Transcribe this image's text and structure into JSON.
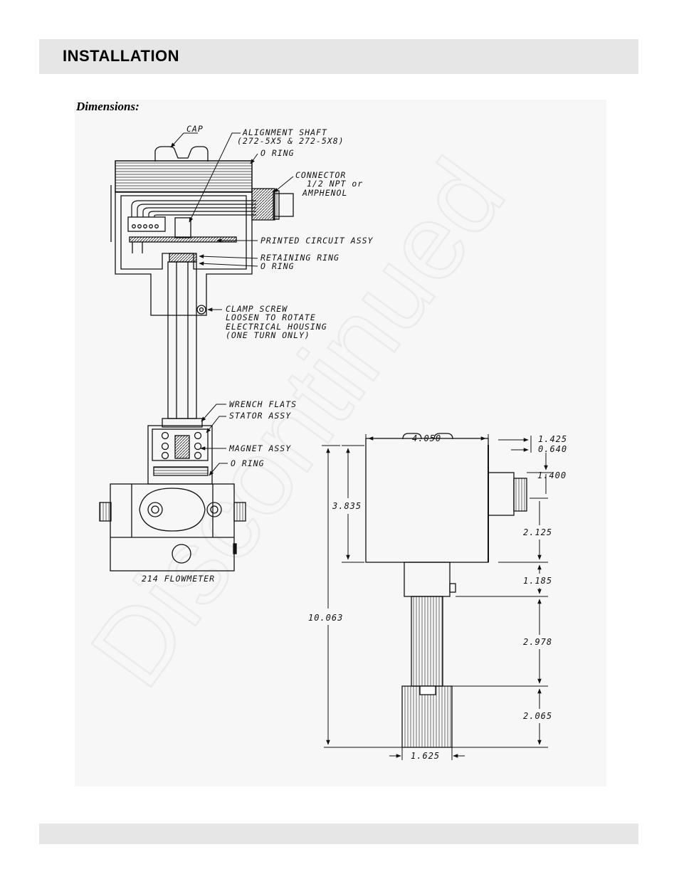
{
  "header": {
    "title": "INSTALLATION"
  },
  "section": {
    "label": "Dimensions:"
  },
  "watermark": {
    "text": "Discontinued"
  },
  "callouts": {
    "cap": "CAP",
    "alignment_shaft_1": "ALIGNMENT SHAFT",
    "alignment_shaft_2": "(272-5X5 & 272-5X8)",
    "o_ring_top": "O RING",
    "connector_1": "CONNECTOR",
    "connector_2": "1/2 NPT or",
    "connector_3": "AMPHENOL",
    "printed_circuit": "PRINTED CIRCUIT ASSY",
    "retaining_ring": "RETAINING RING",
    "o_ring_mid": "O RING",
    "clamp_1": "CLAMP SCREW",
    "clamp_2": "LOOSEN TO ROTATE",
    "clamp_3": "ELECTRICAL HOUSING",
    "clamp_4": "(ONE TURN ONLY)",
    "wrench_flats": "WRENCH FLATS",
    "stator_assy": "STATOR ASSY",
    "magnet_assy": "MAGNET ASSY",
    "o_ring_bottom": "O RING",
    "flowmeter": "214 FLOWMETER"
  },
  "dimensions": {
    "width_housing": "4.050",
    "conn_a": "1.425",
    "conn_b": "0.640",
    "conn_c": "1.400",
    "housing_height": "3.835",
    "d_2125": "2.125",
    "d_1185": "1.185",
    "overall": "10.063",
    "d_2978": "2.978",
    "d_2065": "2.065",
    "base_width": "1.625"
  }
}
